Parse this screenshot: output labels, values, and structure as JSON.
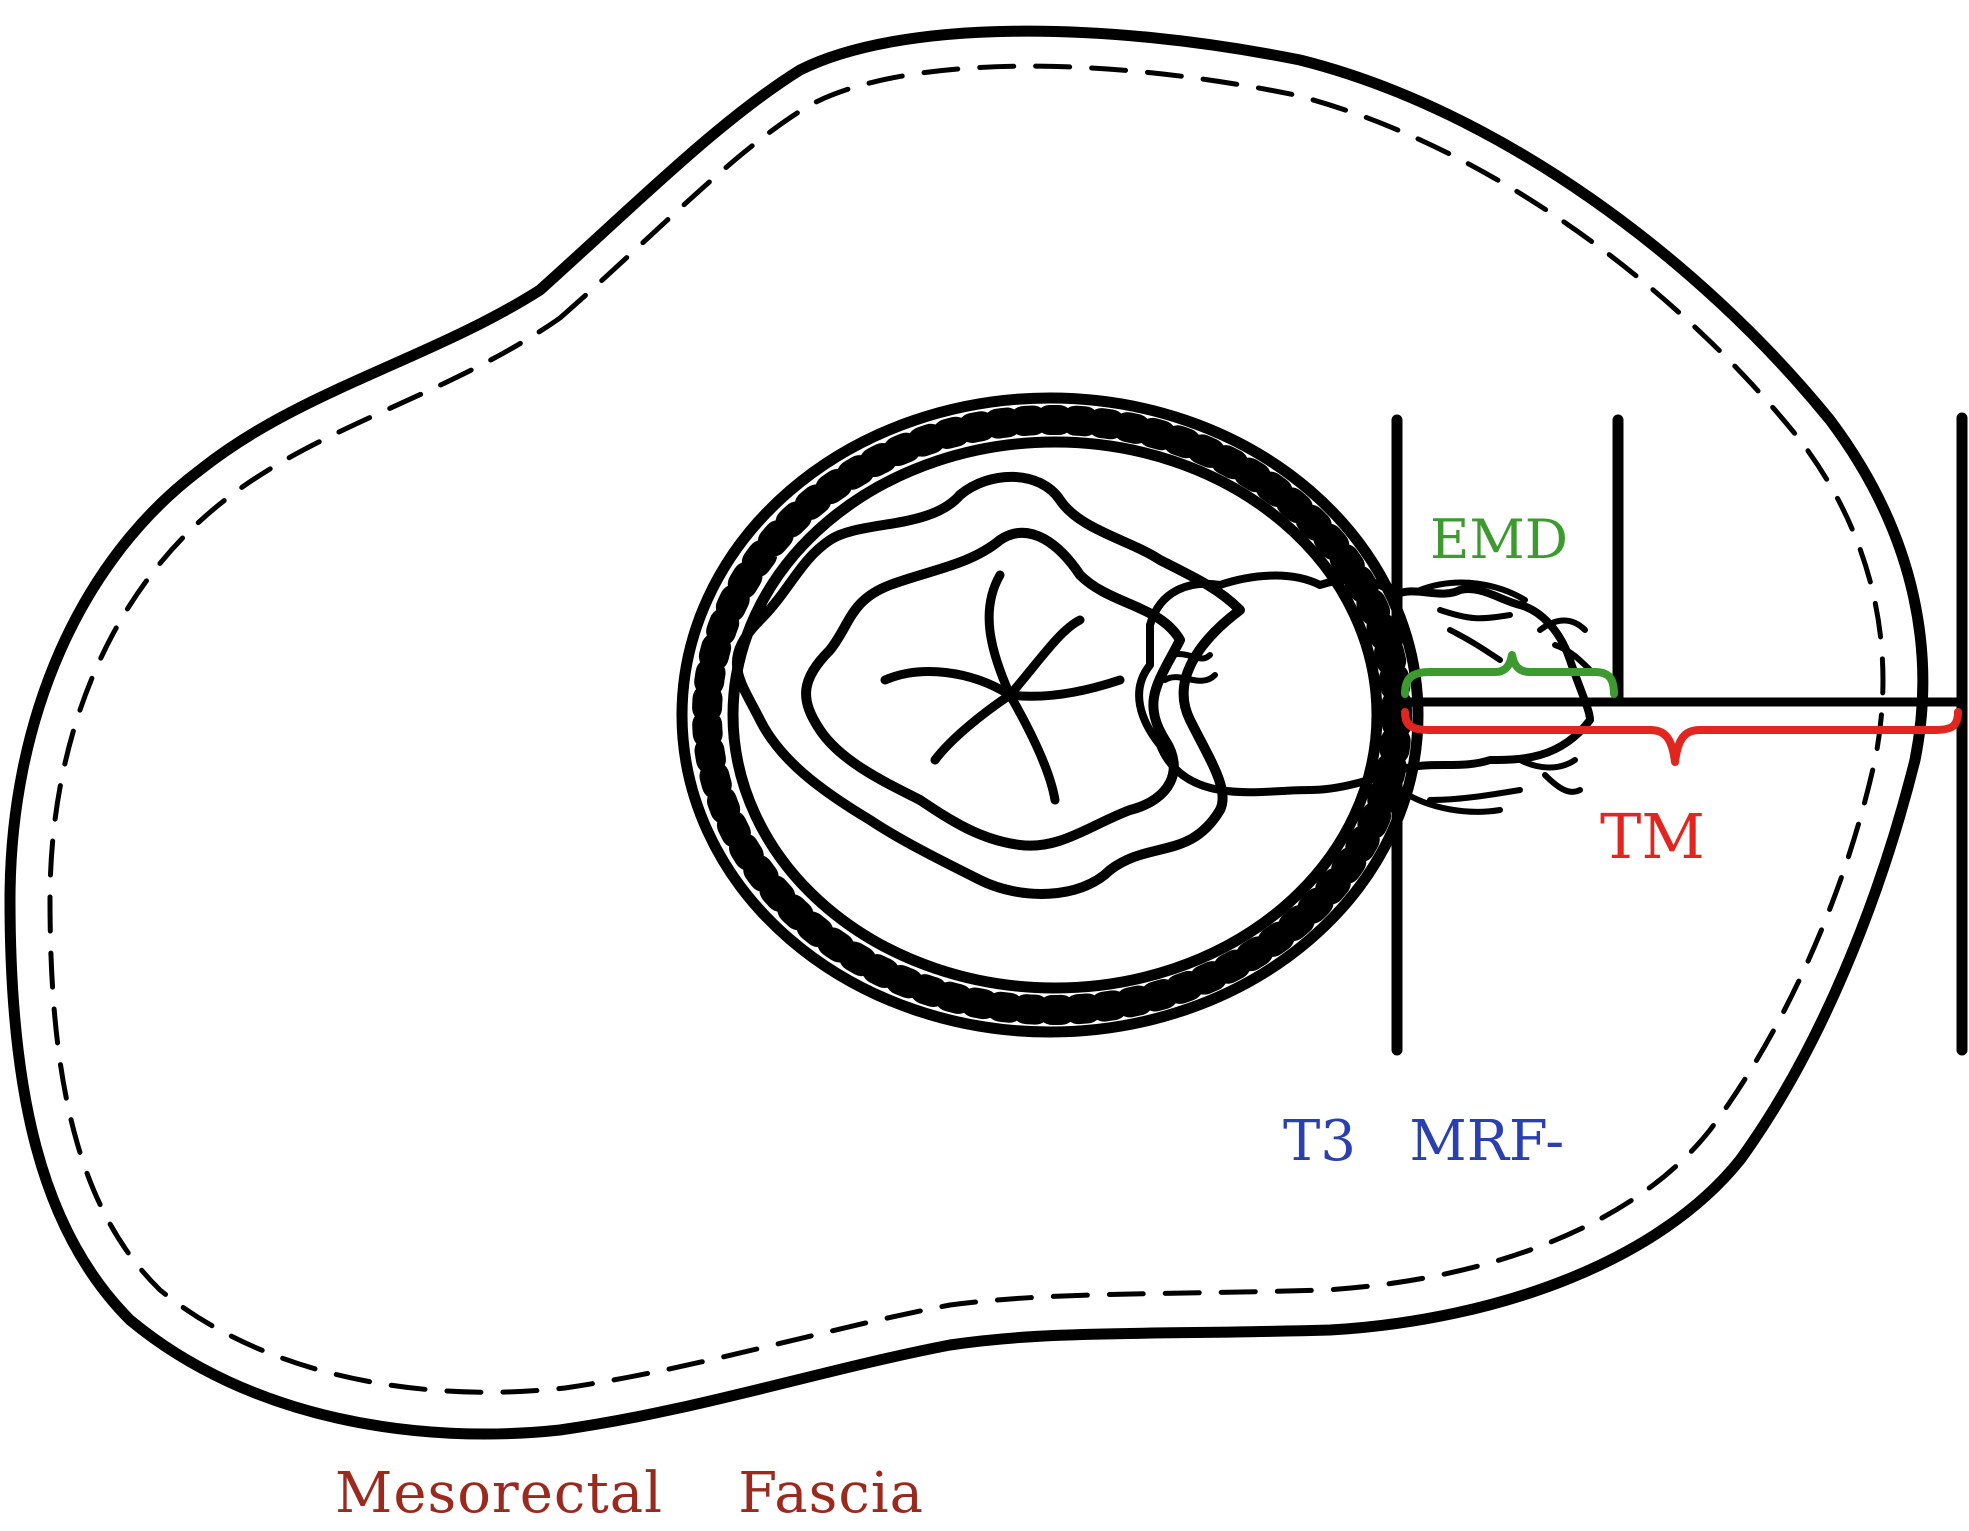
{
  "labels": {
    "emd": "EMD",
    "tm": "TM",
    "stage": "T3   MRF-",
    "fascia": "Mesorectal    Fascia"
  },
  "colors": {
    "emd": "#3c9a2e",
    "tm": "#e0261f",
    "stage": "#2a3fb0",
    "fascia": "#9b2a1e",
    "outline": "#000000"
  }
}
